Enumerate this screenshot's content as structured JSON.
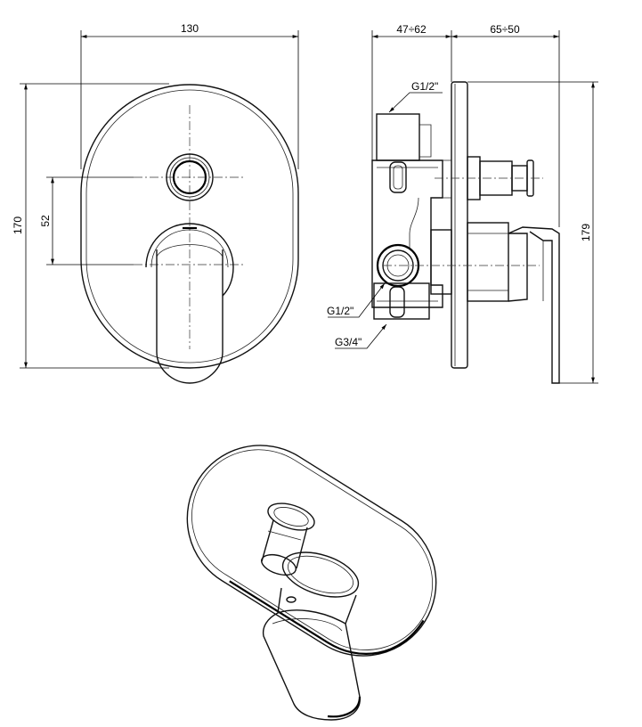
{
  "front_view": {
    "dim_width": "130",
    "dim_height": "170",
    "dim_center_distance": "52"
  },
  "side_view": {
    "dim_depth_body": "47÷62",
    "dim_depth_handle": "65÷50",
    "dim_height": "179",
    "thread_top": "G1/2\"",
    "thread_middle": "G1/2\"",
    "thread_bottom": "G3/4\""
  }
}
